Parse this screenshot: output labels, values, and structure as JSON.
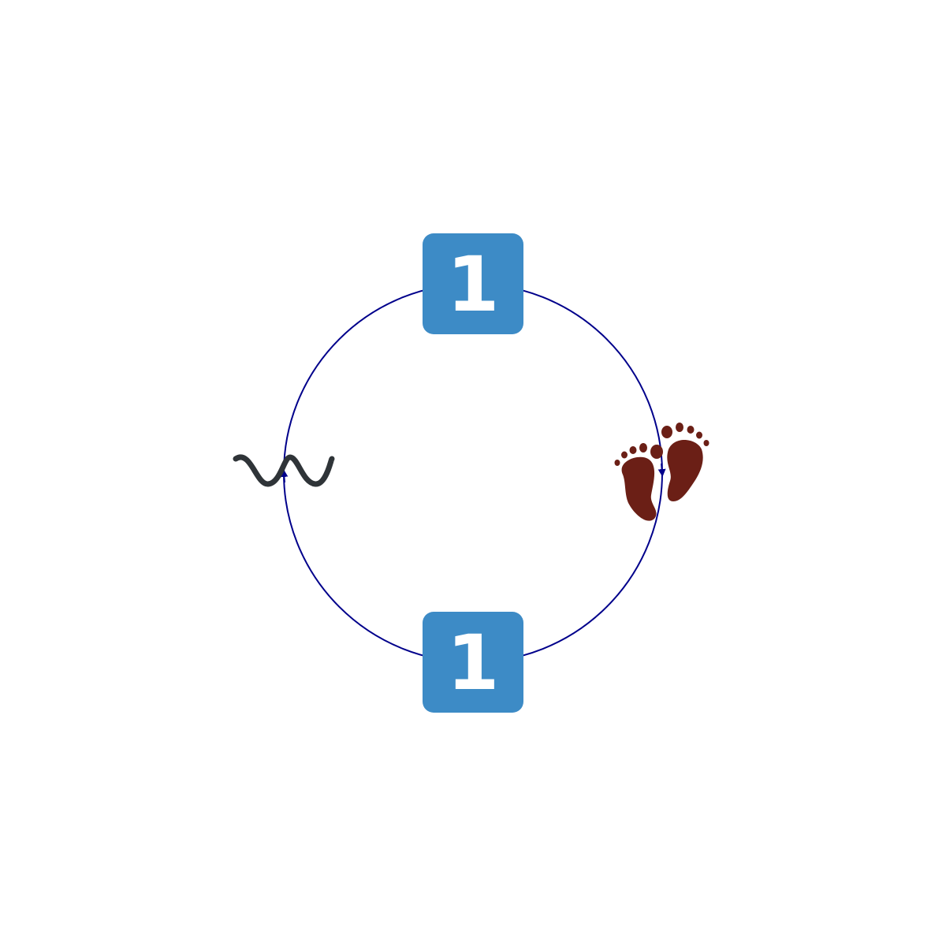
{
  "diagram": {
    "cycle_color": "#00008B",
    "badge_color": "#3D8BC6",
    "badge_text_color": "#FFFFFF",
    "top_badge": {
      "label": "1"
    },
    "bottom_badge": {
      "label": "1"
    },
    "left_icon": {
      "name": "sine-wave-icon",
      "color": "#2F3438"
    },
    "right_icon": {
      "name": "footprints-icon",
      "color": "#6B1F16"
    },
    "direction": "clockwise"
  }
}
